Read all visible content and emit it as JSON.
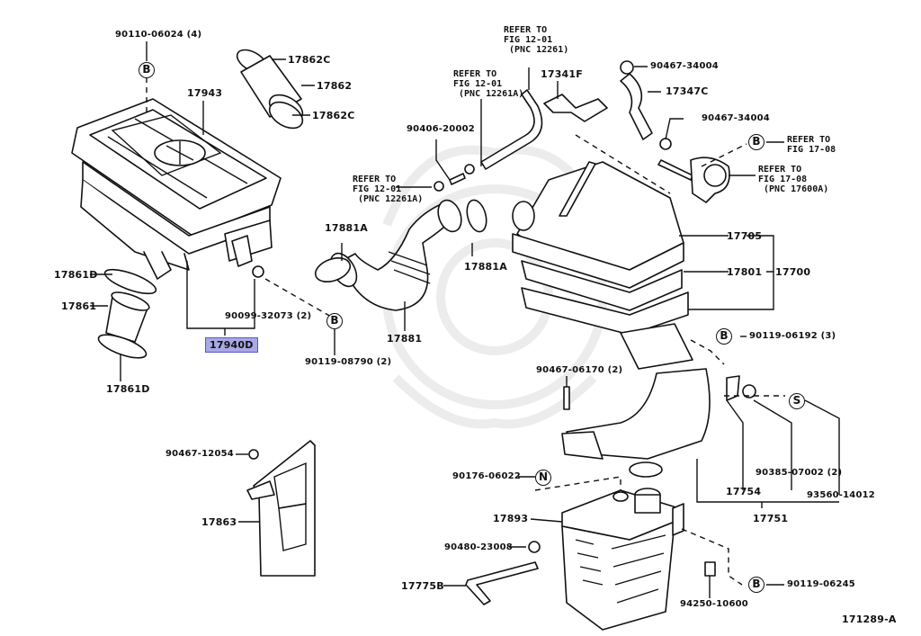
{
  "diagram": {
    "figure_number": "171289-A",
    "highlighted_part": "17940D",
    "highlight_color": "#a8a8e6",
    "parts": [
      {
        "id": "p1",
        "number": "90110-06024 (4)"
      },
      {
        "id": "p2",
        "number": "17862C"
      },
      {
        "id": "p3",
        "number": "17862"
      },
      {
        "id": "p4",
        "number": "17862C"
      },
      {
        "id": "p5",
        "number": "17943"
      },
      {
        "id": "p6",
        "number": "17861D"
      },
      {
        "id": "p7",
        "number": "17861"
      },
      {
        "id": "p8",
        "number": "17861D"
      },
      {
        "id": "p9",
        "number": "90099-32073 (2)"
      },
      {
        "id": "p10",
        "number": "17940D"
      },
      {
        "id": "p11",
        "number": "90119-08790 (2)"
      },
      {
        "id": "p12",
        "number": "17881A"
      },
      {
        "id": "p13",
        "number": "17881A"
      },
      {
        "id": "p14",
        "number": "17881"
      },
      {
        "id": "p15",
        "number": "90406-20002"
      },
      {
        "id": "p16",
        "number": "17341F"
      },
      {
        "id": "p17",
        "number": "90467-34004"
      },
      {
        "id": "p18",
        "number": "17347C"
      },
      {
        "id": "p19",
        "number": "90467-34004"
      },
      {
        "id": "p20",
        "number": "17705"
      },
      {
        "id": "p21",
        "number": "17801"
      },
      {
        "id": "p22",
        "number": "17700"
      },
      {
        "id": "p23",
        "number": "90119-06192 (3)"
      },
      {
        "id": "p24",
        "number": "90467-06170 (2)"
      },
      {
        "id": "p25",
        "number": "90385-07002 (2)"
      },
      {
        "id": "p26",
        "number": "93560-14012"
      },
      {
        "id": "p27",
        "number": "17754"
      },
      {
        "id": "p28",
        "number": "17751"
      },
      {
        "id": "p29",
        "number": "90467-12054"
      },
      {
        "id": "p30",
        "number": "17863"
      },
      {
        "id": "p31",
        "number": "90176-06022"
      },
      {
        "id": "p32",
        "number": "17893"
      },
      {
        "id": "p33",
        "number": "90480-23008"
      },
      {
        "id": "p34",
        "number": "17775B"
      },
      {
        "id": "p35",
        "number": "94250-10600"
      },
      {
        "id": "p36",
        "number": "90119-06245"
      }
    ],
    "references": [
      {
        "id": "r1",
        "text": "REFER TO\nFIG 12-01\n (PNC 12261)"
      },
      {
        "id": "r2",
        "text": "REFER TO\nFIG 12-01\n (PNC 12261A)"
      },
      {
        "id": "r3",
        "text": "REFER TO\nFIG 12-01\n (PNC 12261A)"
      },
      {
        "id": "r4",
        "text": "REFER TO\nFIG 17-08"
      },
      {
        "id": "r5",
        "text": "REFER TO\nFIG 17-08\n (PNC 17600A)"
      }
    ],
    "markers": {
      "b1": "B",
      "b2": "B",
      "b3": "B",
      "b4": "B",
      "b5": "B",
      "s1": "S",
      "n1": "N"
    }
  }
}
